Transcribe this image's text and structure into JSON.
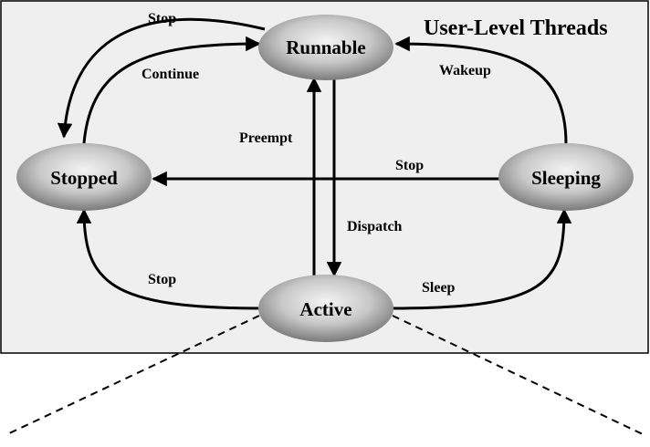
{
  "title": "User-Level Threads",
  "states": {
    "runnable": "Runnable",
    "stopped": "Stopped",
    "sleeping": "Sleeping",
    "active": "Active"
  },
  "transitions": {
    "stop_top": "Stop",
    "continue": "Continue",
    "wakeup": "Wakeup",
    "preempt": "Preempt",
    "dispatch": "Dispatch",
    "stop_middle": "Stop",
    "stop_bottom": "Stop",
    "sleep": "Sleep"
  },
  "colors": {
    "panel_fill": "#efefef",
    "panel_border": "#000000",
    "node_highlight": "#f4f4f4",
    "node_shadow": "#7a7a7a",
    "ink": "#000000"
  }
}
